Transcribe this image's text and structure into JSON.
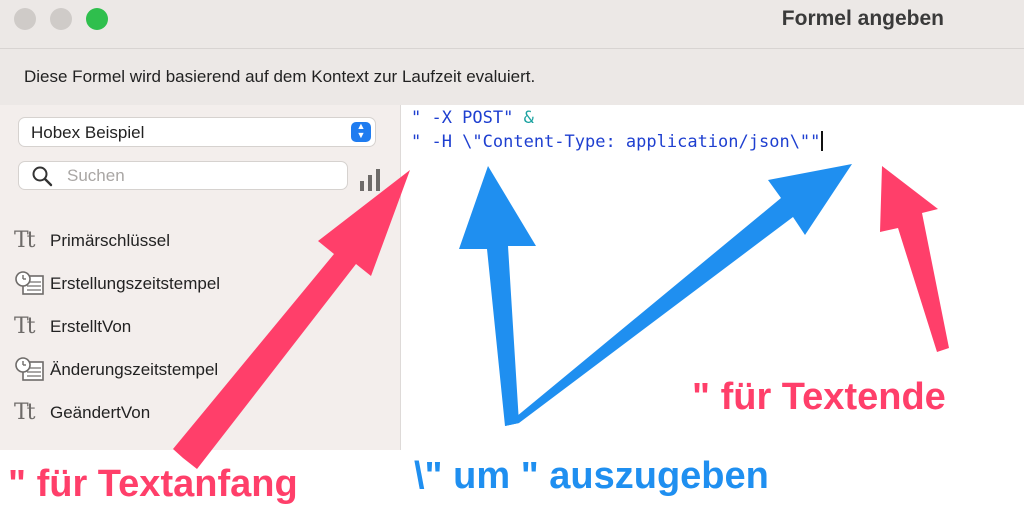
{
  "window": {
    "title": "Formel angeben"
  },
  "info": {
    "text": "Diese Formel wird basierend auf dem Kontext zur Laufzeit evaluiert."
  },
  "sidebar": {
    "table_select": "Hobex Beispiel",
    "search_placeholder": "Suchen",
    "fields": [
      {
        "label": "Primärschlüssel",
        "icon": "text-field-icon"
      },
      {
        "label": "Erstellungszeitstempel",
        "icon": "timestamp-field-icon"
      },
      {
        "label": "ErstelltVon",
        "icon": "text-field-icon"
      },
      {
        "label": "Änderungszeitstempel",
        "icon": "timestamp-field-icon"
      },
      {
        "label": "GeändertVon",
        "icon": "text-field-icon"
      }
    ]
  },
  "editor": {
    "line1": "\" -X POST\" ",
    "line1_operator": "&",
    "line2": "\" -H \\\"Content-Type: application/json\\\"\""
  },
  "annotations": {
    "start": "\" für Textanfang",
    "escape": "\\\" um \" auszugeben",
    "end": "\" für Textende"
  },
  "colors": {
    "red_arrow": "#ff3f6a",
    "blue_arrow": "#1f8ff0"
  }
}
